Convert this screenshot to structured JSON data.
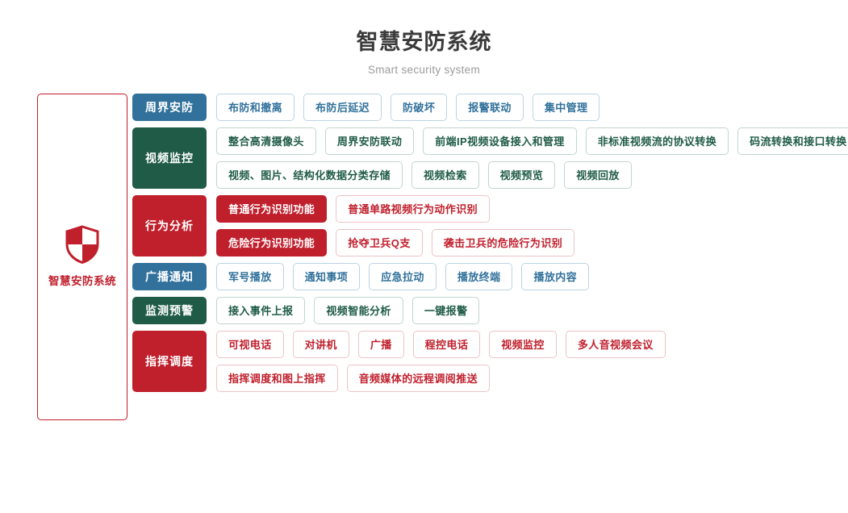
{
  "header": {
    "title": "智慧安防系统",
    "subtitle": "Smart security system"
  },
  "brand_panel": {
    "icon": "shield-icon",
    "label": "智慧安防系统",
    "border_color": "#c01f2c",
    "icon_color": "#c01f2c"
  },
  "palette": {
    "blue": "#31719b",
    "green": "#1f5b47",
    "red": "#c01f2c",
    "title_color": "#3a3a3a",
    "subtitle_color": "#9a9a9a"
  },
  "categories": [
    {
      "name": "周界安防",
      "color": "blue",
      "lines": [
        [
          {
            "label": "布防和撤离",
            "style": "blue"
          },
          {
            "label": "布防后延迟",
            "style": "blue"
          },
          {
            "label": "防破坏",
            "style": "blue"
          },
          {
            "label": "报警联动",
            "style": "blue"
          },
          {
            "label": "集中管理",
            "style": "blue"
          }
        ]
      ]
    },
    {
      "name": "视频监控",
      "color": "green",
      "lines": [
        [
          {
            "label": "整合高清摄像头",
            "style": "green"
          },
          {
            "label": "周界安防联动",
            "style": "green"
          },
          {
            "label": "前端IP视频设备接入和管理",
            "style": "green"
          },
          {
            "label": "非标准视频流的协议转换",
            "style": "green"
          },
          {
            "label": "码流转换和接口转换",
            "style": "green"
          }
        ],
        [
          {
            "label": "视频、图片、结构化数据分类存储",
            "style": "green"
          },
          {
            "label": "视频检索",
            "style": "green"
          },
          {
            "label": "视频预览",
            "style": "green"
          },
          {
            "label": "视频回放",
            "style": "green"
          }
        ]
      ]
    },
    {
      "name": "行为分析",
      "color": "red",
      "lines": [
        [
          {
            "label": "普通行为识别功能",
            "style": "red-solid"
          },
          {
            "label": "普通单路视频行为动作识别",
            "style": "red"
          }
        ],
        [
          {
            "label": "危险行为识别功能",
            "style": "red-solid"
          },
          {
            "label": "抢夺卫兵Q支",
            "style": "red"
          },
          {
            "label": "袭击卫兵的危险行为识别",
            "style": "red"
          }
        ]
      ]
    },
    {
      "name": "广播通知",
      "color": "blue",
      "lines": [
        [
          {
            "label": "军号播放",
            "style": "blue"
          },
          {
            "label": "通知事项",
            "style": "blue"
          },
          {
            "label": "应急拉动",
            "style": "blue"
          },
          {
            "label": "播放终端",
            "style": "blue"
          },
          {
            "label": "播放内容",
            "style": "blue"
          }
        ]
      ]
    },
    {
      "name": "监测预警",
      "color": "green",
      "lines": [
        [
          {
            "label": "接入事件上报",
            "style": "green"
          },
          {
            "label": "视频智能分析",
            "style": "green"
          },
          {
            "label": "一键报警",
            "style": "green"
          }
        ]
      ]
    },
    {
      "name": "指挥调度",
      "color": "red",
      "lines": [
        [
          {
            "label": "可视电话",
            "style": "red"
          },
          {
            "label": "对讲机",
            "style": "red"
          },
          {
            "label": "广播",
            "style": "red"
          },
          {
            "label": "程控电话",
            "style": "red"
          },
          {
            "label": "视频监控",
            "style": "red"
          },
          {
            "label": "多人音视频会议",
            "style": "red"
          }
        ],
        [
          {
            "label": "指挥调度和图上指挥",
            "style": "red"
          },
          {
            "label": "音频媒体的远程调阅推送",
            "style": "red"
          }
        ]
      ]
    }
  ]
}
